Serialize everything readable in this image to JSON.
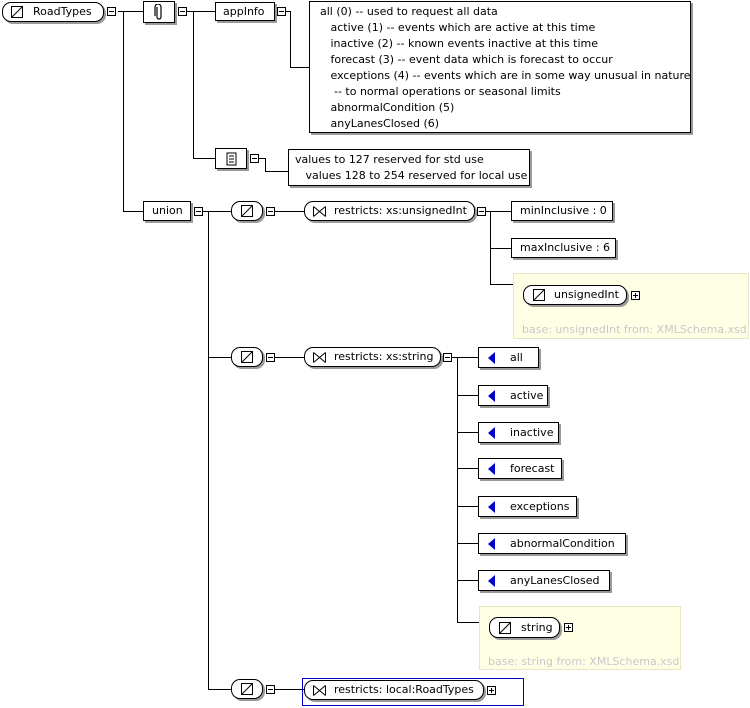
{
  "root": {
    "label": "RoadTypes"
  },
  "annotation": {
    "appinfo_label": "appInfo",
    "appinfo_lines": [
      "all (0) -- used to request all data",
      "   active (1) -- events which are active at this time",
      "   inactive (2) -- known events inactive at this time",
      "   forecast (3) -- event data which is forecast to occur",
      "   exceptions (4) -- events which are in some way unusual in nature",
      "    -- to normal operations or seasonal limits",
      "   abnormalCondition (5)",
      "   anyLanesClosed (6)"
    ],
    "doc_lines": [
      "values to 127 reserved for std use",
      "   values 128 to 254 reserved for local use"
    ]
  },
  "union": {
    "label": "union"
  },
  "restriction1": {
    "label": "restricts: xs:unsignedInt",
    "facets": [
      "minInclusive : 0",
      "maxInclusive : 6"
    ],
    "base_type": "unsignedInt",
    "base_note": "base: unsignedInt from: XMLSchema.xsd"
  },
  "restriction2": {
    "label": "restricts: xs:string",
    "enumerations": [
      "all",
      "active",
      "inactive",
      "forecast",
      "exceptions",
      "abnormalCondition",
      "anyLanesClosed"
    ],
    "base_type": "string",
    "base_note": "base: string from: XMLSchema.xsd"
  },
  "restriction3": {
    "label": "restricts: local:RoadTypes"
  },
  "colors": {
    "enum_arrow": "#0000c8",
    "selection_border": "#0000c8",
    "base_bg": "#ffffe6"
  },
  "icons": [
    "simple-type-icon",
    "annotation-icon",
    "documentation-icon",
    "restriction-icon",
    "enumeration-icon",
    "collapse-toggle-icon",
    "expand-toggle-icon"
  ]
}
